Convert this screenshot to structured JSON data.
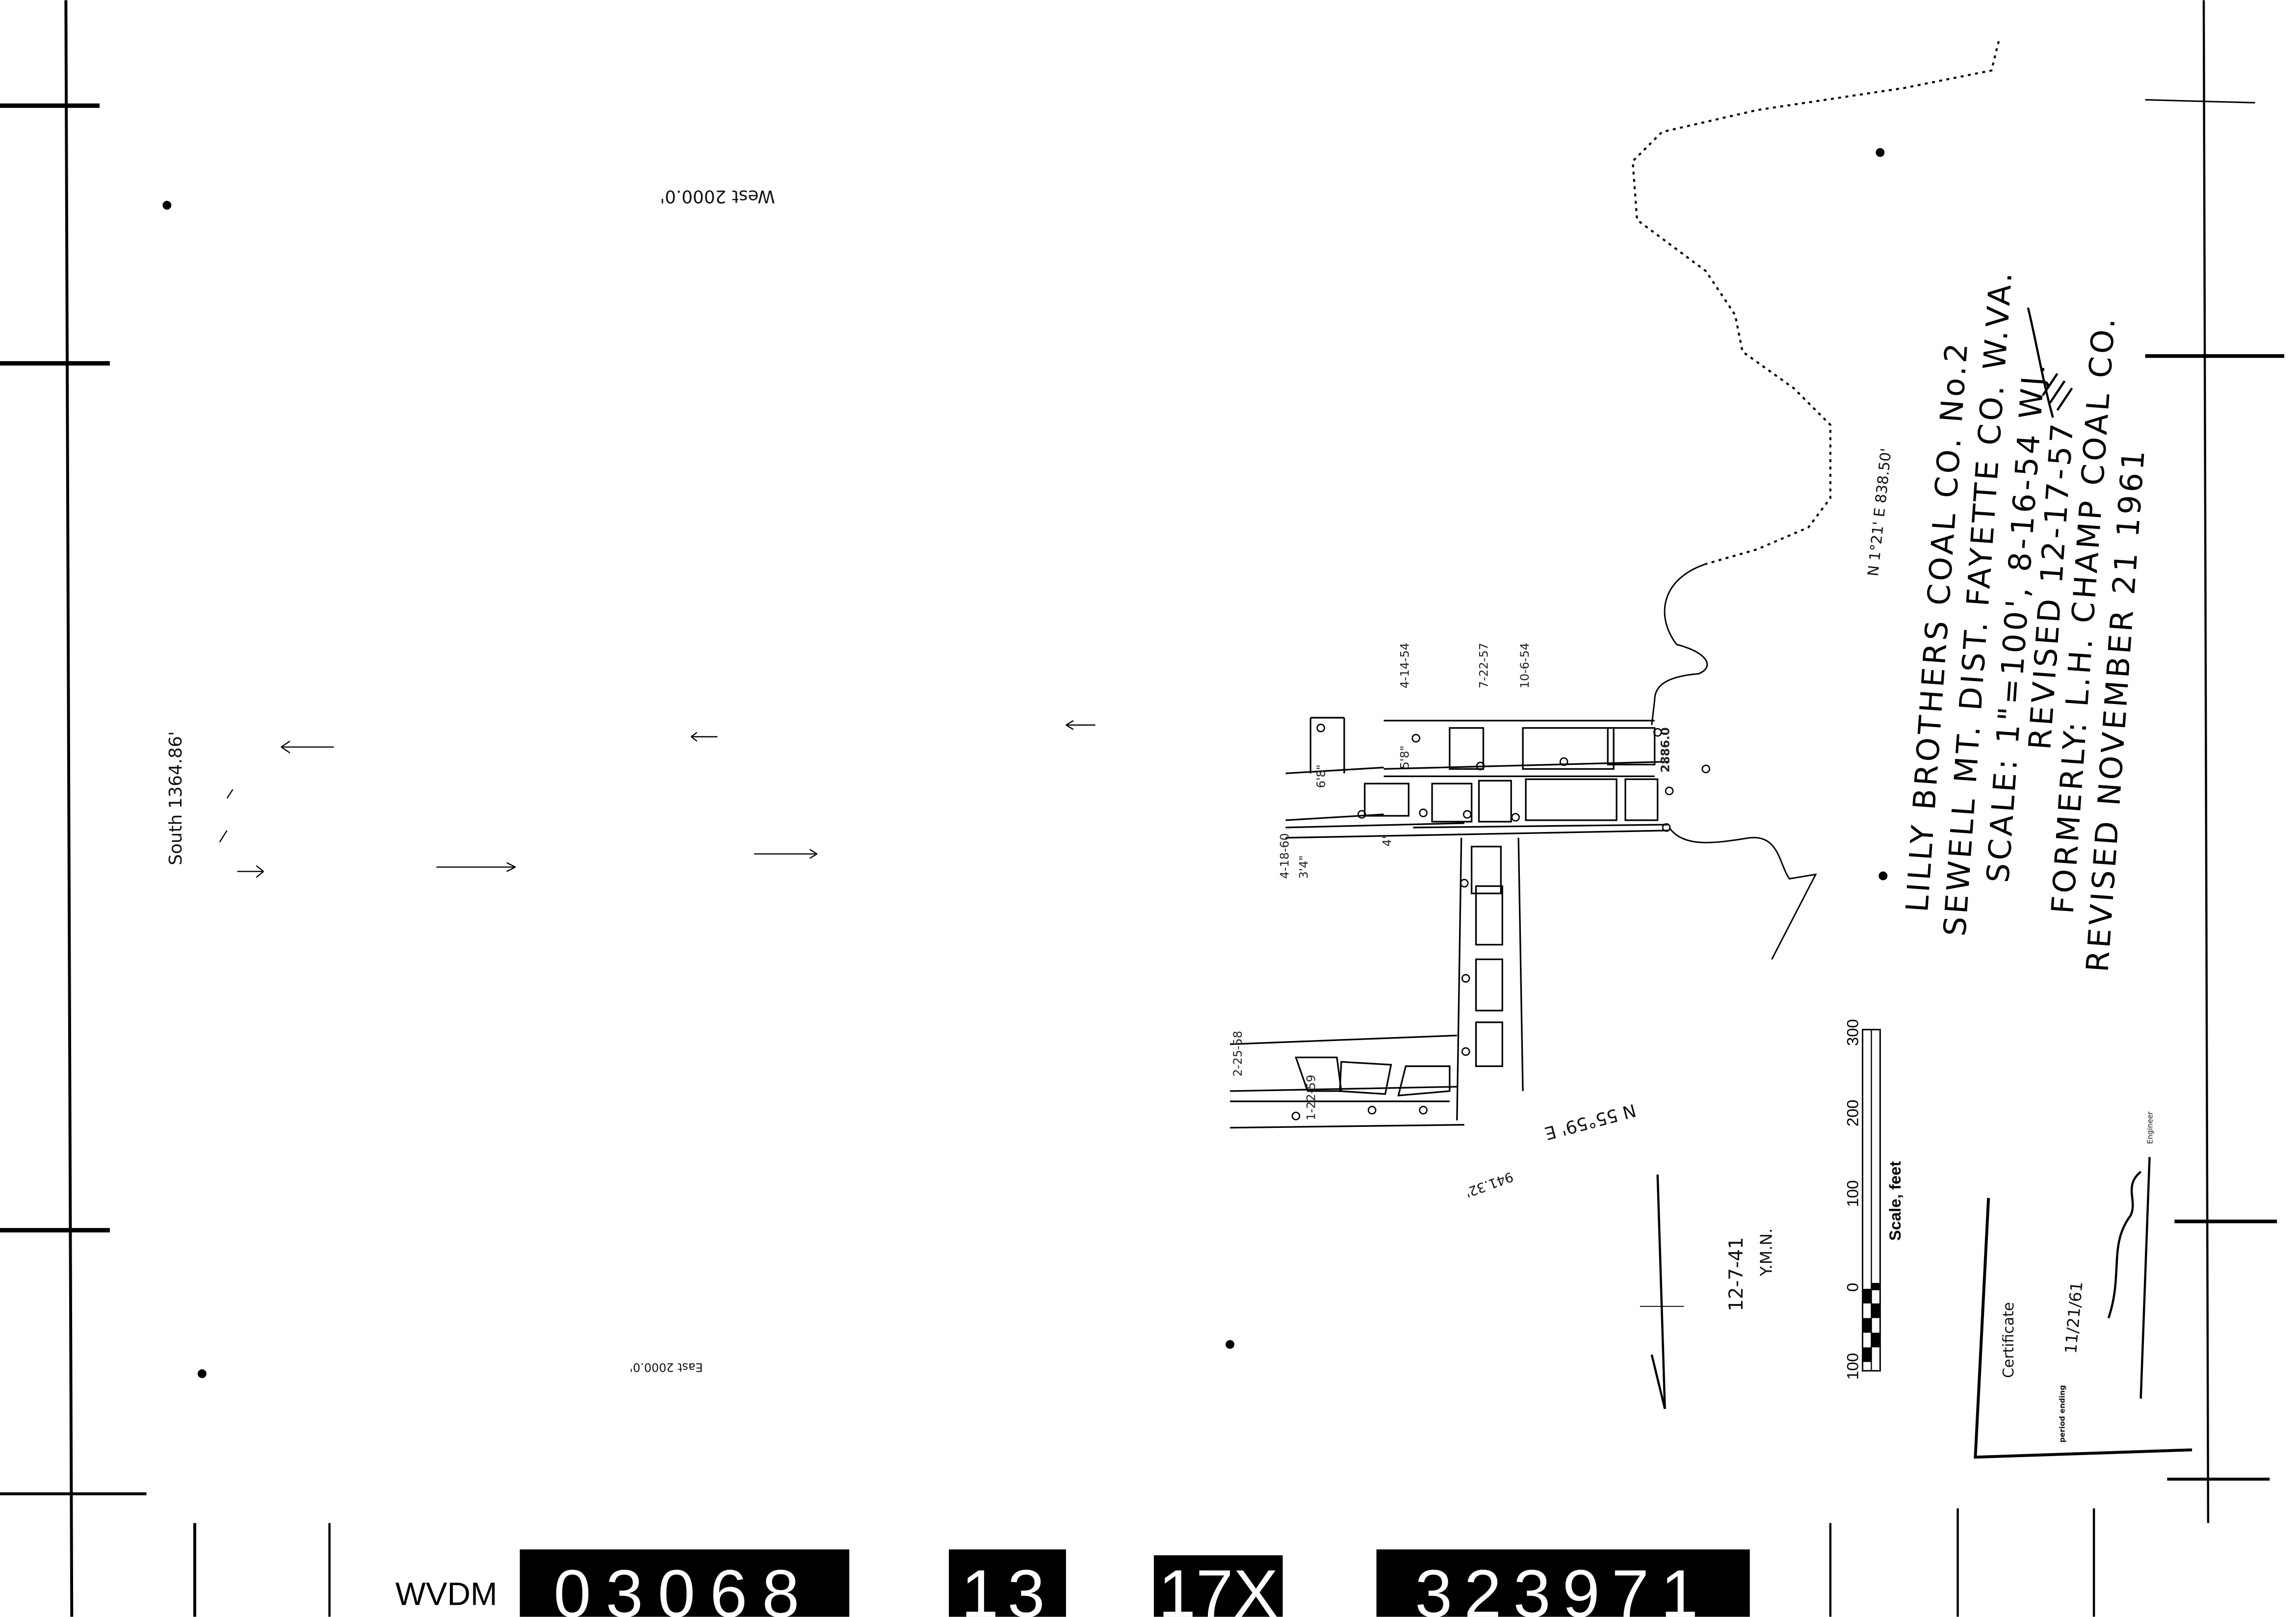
{
  "colors": {
    "paper": "#ffffff",
    "ink": "#000000"
  },
  "title_block": {
    "line1": "LILLY BROTHERS COAL CO. No.2",
    "line2": "SEWELL MT. DIST. FAYETTE CO. W.VA.",
    "line3": "SCALE: 1\"=100', 8-16-54 WJ.",
    "line4": "REVISED 12-17-57",
    "line5": "FORMERLY: L.H. CHAMP COAL CO.",
    "line6": "REVISED NOVEMBER 21 1961"
  },
  "survey_labels": {
    "west": "West 2000.0'",
    "east": "East 2000.0'",
    "south": "South 1364.86'",
    "north_bearing": "N 1°21' E 838.50'",
    "ne_bearing": "N 55°59' E",
    "ne_distance": "941.32'",
    "date_note": "12-7-41",
    "meridian_note": "Y.M.N."
  },
  "mine_labels": {
    "elevation": "2886.0",
    "date_a": "4-14-54",
    "date_b": "7-22-57",
    "date_c": "10-6-54",
    "date_d": "4-18-60",
    "date_e": "2-25-58",
    "date_f": "1-22-59",
    "height_a": "3'4\"",
    "height_b": "4'",
    "height_c": "5'8\"",
    "height_d": "6'8\""
  },
  "scale_bar": {
    "ticks": [
      "100",
      "0",
      "100",
      "200",
      "300"
    ],
    "label": "Scale, feet"
  },
  "certificate": {
    "heading": "Certificate",
    "period": "period ending",
    "date": "11/21/61",
    "role": "Engineer"
  },
  "archive_stamp": {
    "prefix": "WVDM",
    "number1": "03068",
    "number2": "13",
    "number3": "17X",
    "number4": "323971"
  }
}
